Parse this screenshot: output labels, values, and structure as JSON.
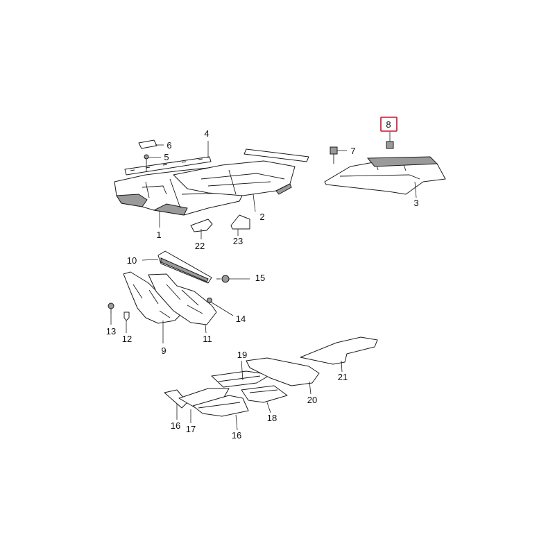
{
  "callouts": [
    {
      "label": "1"
    },
    {
      "label": "2"
    },
    {
      "label": "3"
    },
    {
      "label": "4"
    },
    {
      "label": "5"
    },
    {
      "label": "6"
    },
    {
      "label": "7"
    },
    {
      "label": "8"
    },
    {
      "label": "9"
    },
    {
      "label": "10"
    },
    {
      "label": "11"
    },
    {
      "label": "12"
    },
    {
      "label": "13"
    },
    {
      "label": "14"
    },
    {
      "label": "15"
    },
    {
      "label": "16"
    },
    {
      "label": "16"
    },
    {
      "label": "17"
    },
    {
      "label": "18"
    },
    {
      "label": "19"
    },
    {
      "label": "20"
    },
    {
      "label": "21"
    },
    {
      "label": "22"
    },
    {
      "label": "23"
    }
  ],
  "highlighted_callout": "8",
  "colors": {
    "highlight": "#c8102e",
    "line": "#1a1a1a",
    "fill": "#9a9a9a"
  }
}
